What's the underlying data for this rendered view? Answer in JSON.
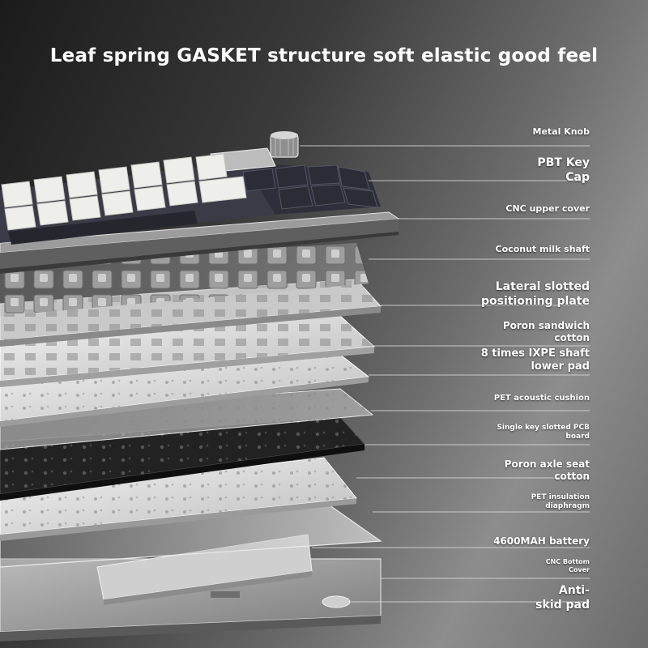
{
  "title": "Leaf spring GASKET structure soft elastic good feel",
  "colors": {
    "accent_dark": "#2a2b3a",
    "cap_white": "#e9e9e3",
    "pcb_black": "#1c1c1c",
    "leader_line": "#d8d8d8"
  },
  "labels": [
    {
      "id": "metal-knob",
      "lines": [
        "Metal Knob"
      ]
    },
    {
      "id": "pbt-keycap",
      "lines": [
        "PBT Key",
        "Cap"
      ]
    },
    {
      "id": "cnc-upper-cover",
      "lines": [
        "CNC upper cover"
      ]
    },
    {
      "id": "coconut-milk-shaft",
      "lines": [
        "Coconut milk shaft"
      ]
    },
    {
      "id": "lateral-slotted-plate",
      "lines": [
        "Lateral slotted",
        "positioning plate"
      ]
    },
    {
      "id": "poron-sandwich-cotton",
      "lines": [
        "Poron sandwich",
        "cotton"
      ]
    },
    {
      "id": "ixpe-shaft-lower-pad",
      "lines": [
        "8 times IXPE shaft",
        "lower pad"
      ]
    },
    {
      "id": "pet-acoustic-cushion",
      "lines": [
        "PET acoustic cushion"
      ]
    },
    {
      "id": "slotted-pcb-board",
      "lines": [
        "Single key slotted PCB",
        "board"
      ]
    },
    {
      "id": "poron-axle-seat-cotton",
      "lines": [
        "Poron axle seat",
        "cotton"
      ]
    },
    {
      "id": "pet-insulation-diaphragm",
      "lines": [
        "PET insulation",
        "diaphragm"
      ]
    },
    {
      "id": "battery",
      "lines": [
        "4600MAH battery"
      ]
    },
    {
      "id": "cnc-bottom-cover",
      "lines": [
        "CNC Bottom",
        "Cover"
      ]
    },
    {
      "id": "anti-skid-pad",
      "lines": [
        "Anti-",
        "skid pad"
      ]
    }
  ]
}
